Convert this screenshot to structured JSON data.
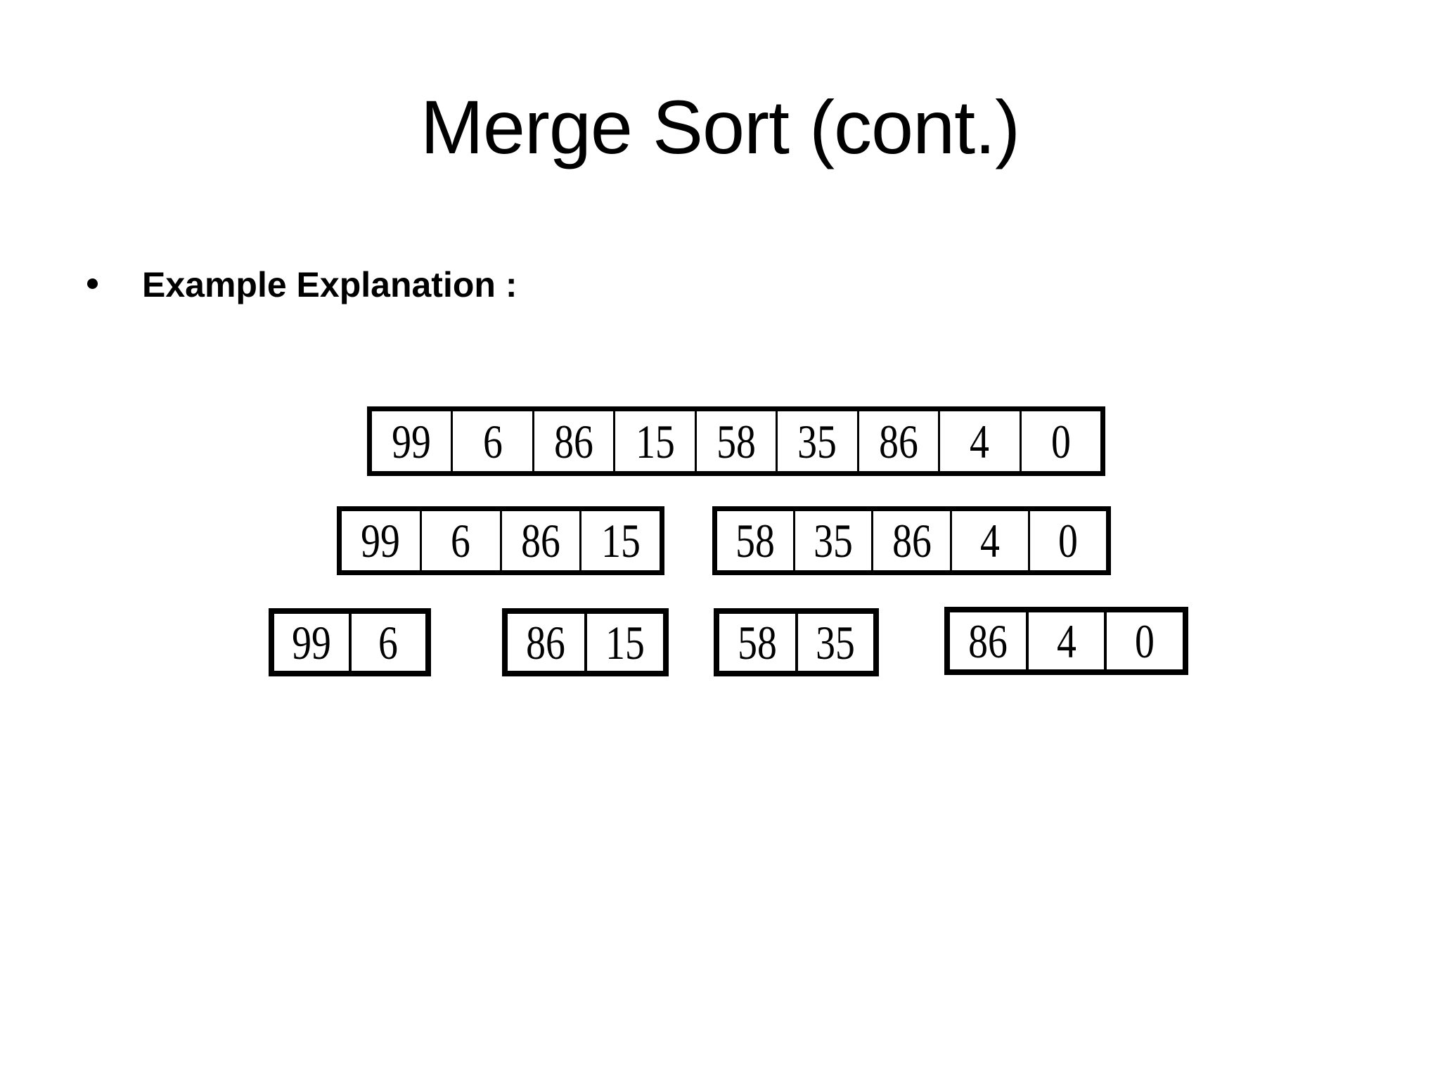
{
  "slide": {
    "title": "Merge Sort (cont.)",
    "bullet_marker": "•",
    "bullet_text": "Example Explanation :"
  },
  "colors": {
    "background": "#ffffff",
    "text": "#000000",
    "box_border": "#000000"
  },
  "diagram": {
    "type": "merge-sort-recursive-split",
    "levels": [
      {
        "name": "level-1-full-array",
        "arrays": [
          [
            "99",
            "6",
            "86",
            "15",
            "58",
            "35",
            "86",
            "4",
            "0"
          ]
        ]
      },
      {
        "name": "level-2-halves",
        "arrays": [
          [
            "99",
            "6",
            "86",
            "15"
          ],
          [
            "58",
            "35",
            "86",
            "4",
            "0"
          ]
        ]
      },
      {
        "name": "level-3-quarters",
        "arrays": [
          [
            "99",
            "6"
          ],
          [
            "86",
            "15"
          ],
          [
            "58",
            "35"
          ],
          [
            "86",
            "4",
            "0"
          ]
        ]
      }
    ]
  }
}
